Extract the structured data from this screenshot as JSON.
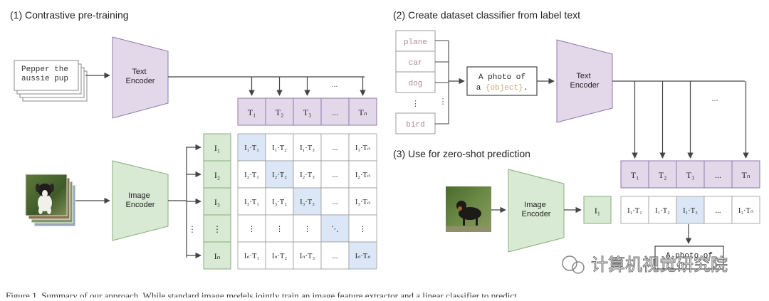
{
  "section1": {
    "title": "(1) Contrastive pre-training",
    "caption_text": "Pepper the\naussie pup",
    "text_encoder": "Text\nEncoder",
    "image_encoder": "Image\nEncoder",
    "t_labels": [
      "T₁",
      "T₂",
      "T₃",
      "...",
      "Tₙ"
    ],
    "i_labels": [
      "I₁",
      "I₂",
      "I₃",
      "⋮",
      "Iₙ"
    ],
    "matrix": [
      [
        "I₁·T₁",
        "I₁·T₂",
        "I₁·T₃",
        "...",
        "I₁·Tₙ"
      ],
      [
        "I₂·T₁",
        "I₂·T₂",
        "I₂·T₃",
        "...",
        "I₂·Tₙ"
      ],
      [
        "I₃·T₁",
        "I₃·T₂",
        "I₃·T₃",
        "...",
        "I₃·Tₙ"
      ],
      [
        "⋮",
        "⋮",
        "⋮",
        "⋱",
        "⋮"
      ],
      [
        "Iₙ·T₁",
        "Iₙ·T₂",
        "Iₙ·T₃",
        "...",
        "Iₙ·Tₙ"
      ]
    ],
    "top_ellipsis": "..."
  },
  "section2": {
    "title": "(2) Create dataset classifier from label text",
    "labels": [
      "plane",
      "car",
      "dog",
      "⋮",
      "bird"
    ],
    "side_ellipsis": "⋮",
    "template_line1": "A photo of",
    "template_prefix": "a ",
    "template_object": "{object}",
    "template_suffix": ".",
    "text_encoder": "Text\nEncoder",
    "top_ellipsis": "..."
  },
  "section3": {
    "title": "(3) Use for zero-shot prediction",
    "image_encoder": "Image\nEncoder",
    "i1": "I₁",
    "t_labels": [
      "T₁",
      "T₂",
      "T₃",
      "...",
      "Tₙ"
    ],
    "products": [
      "I₁·T₁",
      "I₁·T₂",
      "I₁·T₃",
      "...",
      "I₁·Tₙ"
    ],
    "result_text": "A photo of"
  },
  "watermark": "计算机视觉研究院",
  "bottom_caption": "Figure 1. Summary of our approach. While standard image models jointly train an image feature extractor and a linear classifier to predict",
  "colors": {
    "purple_fill": "#e3d8ea",
    "purple_stroke": "#8e78a8",
    "green_fill": "#d8ead3",
    "green_stroke": "#86ad7a",
    "blue_fill": "#dbe7f6",
    "label_pink": "#b3869a",
    "object_tan": "#c7a97c",
    "line": "#444444"
  }
}
